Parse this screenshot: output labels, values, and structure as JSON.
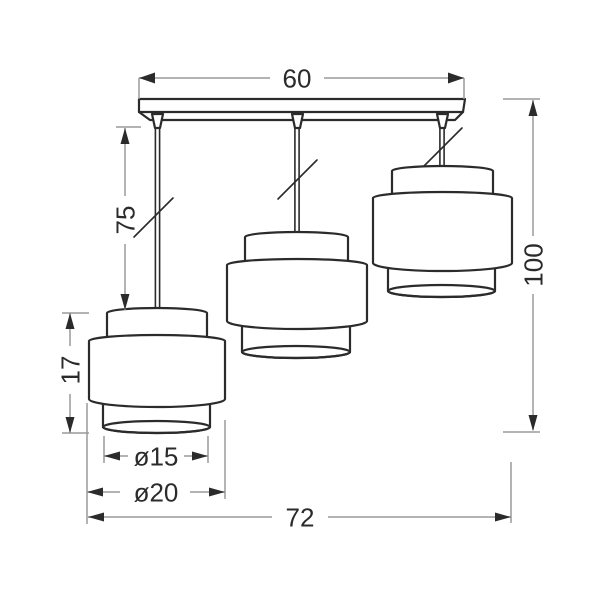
{
  "diagram": {
    "subject": "pendant lamp with three two-tier cylindrical shades",
    "colors": {
      "line": "#2b2b2b",
      "dimension_line": "#9a9a9a",
      "background": "#ffffff"
    },
    "dimensions": {
      "bar_width": "60",
      "cord_drop": "75",
      "shade_height": "17",
      "shade_inner_diameter": "ø15",
      "shade_outer_diameter": "ø20",
      "overall_width": "72",
      "overall_height": "100"
    }
  }
}
